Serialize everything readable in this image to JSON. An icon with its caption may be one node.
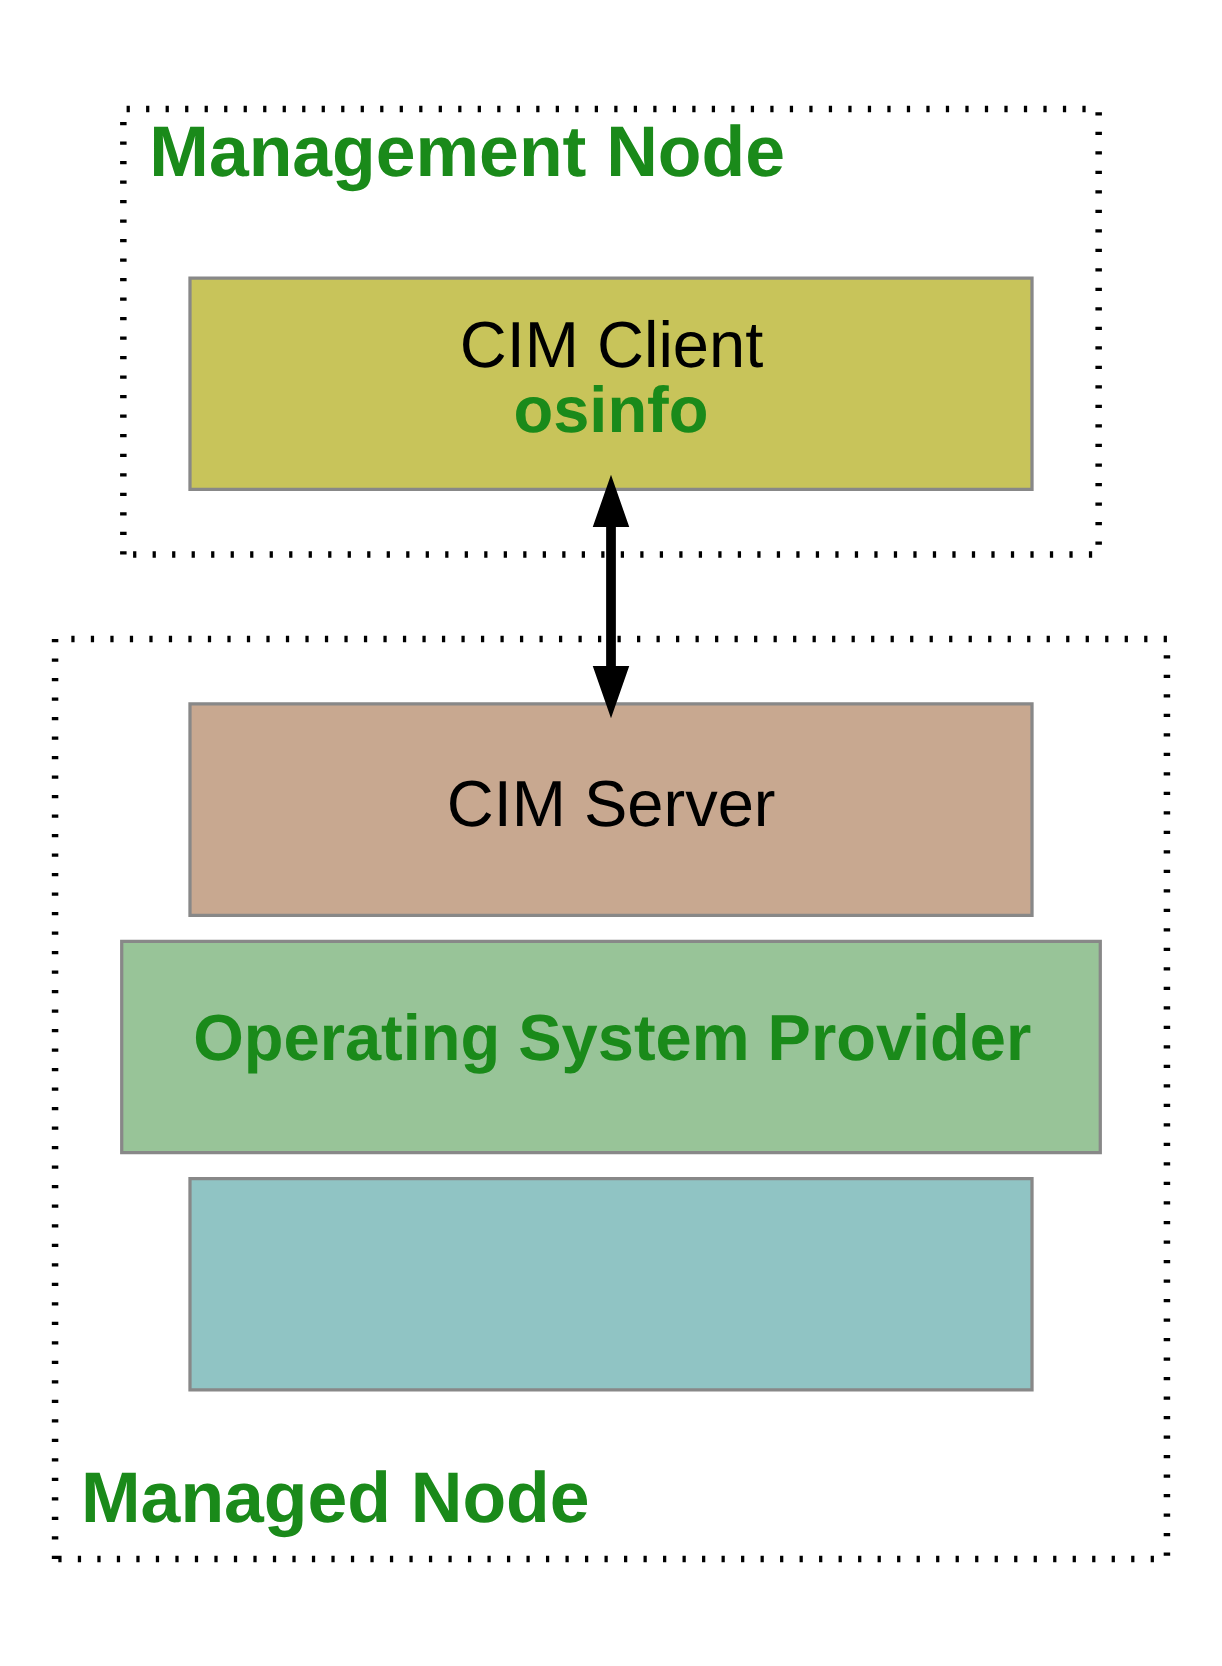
{
  "diagram": {
    "nodes": [
      {
        "text": [
          "Management Node"
        ]
      },
      {
        "text": [
          "CIM Client",
          "osinfo"
        ],
        "in": 0
      },
      {
        "text": [
          "Managed Node"
        ]
      },
      {
        "text": [
          "CIM Server"
        ],
        "in": 2
      },
      {
        "text": [
          "Operating System Provider"
        ],
        "in": 2
      },
      {
        "text": [],
        "shape": "box",
        "in": 2
      }
    ],
    "edges": [
      {
        "from": 1,
        "to": 3,
        "arrow": "both"
      }
    ]
  }
}
